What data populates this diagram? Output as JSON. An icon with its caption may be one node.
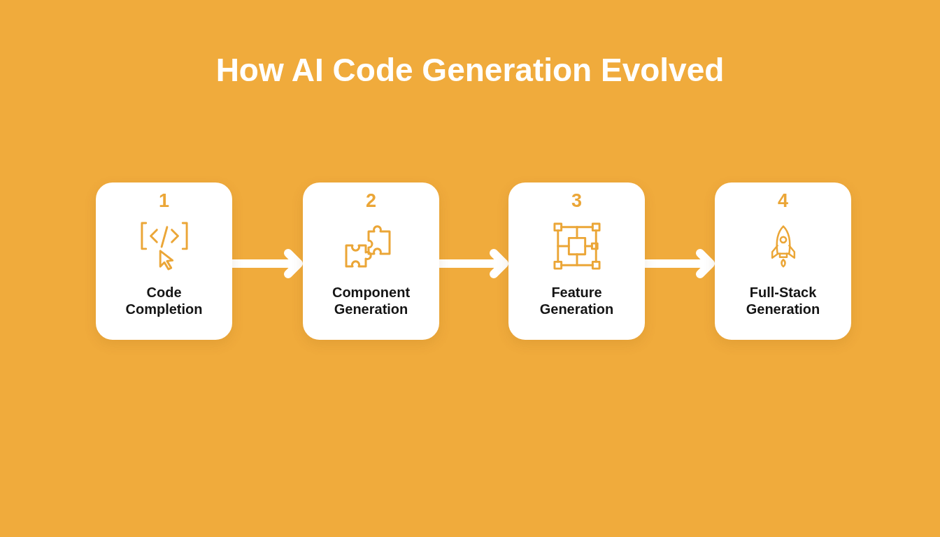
{
  "diagram": {
    "title": "How AI Code Generation Evolved",
    "nodes": [
      {
        "text": [
          "1",
          "Code Completion"
        ]
      },
      {
        "text": [
          "2",
          "Component Generation"
        ]
      },
      {
        "text": [
          "3",
          "Feature Generation"
        ]
      },
      {
        "text": [
          "4",
          "Full-Stack Generation"
        ]
      }
    ],
    "edges": [
      {
        "from": 0,
        "to": 1,
        "arrow": "to"
      },
      {
        "from": 1,
        "to": 2,
        "arrow": "to"
      },
      {
        "from": 2,
        "to": 3,
        "arrow": "to"
      }
    ]
  }
}
